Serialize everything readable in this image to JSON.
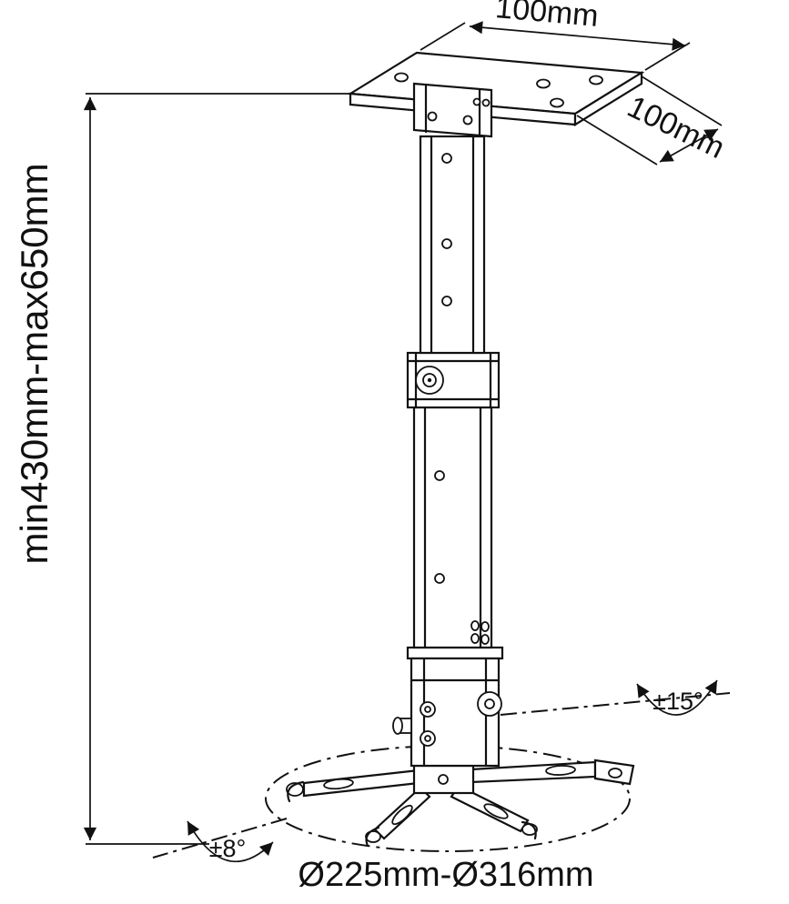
{
  "labels": {
    "top_width": "100mm",
    "side_depth": "100mm",
    "height_range": "min430mm-max650mm",
    "tilt_angle": "±15°",
    "swivel_angle": "±8°",
    "base_diameter": "Ø225mm-Ø316mm"
  },
  "colors": {
    "line": "#111111",
    "background": "#ffffff"
  }
}
